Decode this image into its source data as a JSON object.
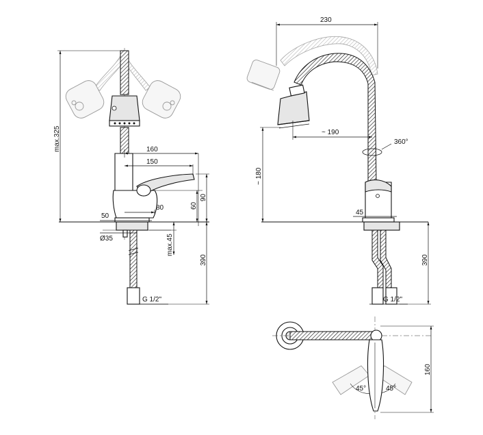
{
  "dimensions": {
    "front_view": {
      "height_max": "max.325",
      "spout_reach_160": "160",
      "spout_reach_150": "150",
      "height_90": "90",
      "height_60": "60",
      "lever_80": "80",
      "base_50": "50",
      "diameter": "Ø35",
      "thickness": "max.45",
      "hose_length": "390",
      "thread": "G 1/2\""
    },
    "side_view": {
      "overall_width": "230",
      "spout_reach": "~ 190",
      "rotation": "360°",
      "height": "~ 180",
      "base_45": "45",
      "hose_length": "390",
      "thread": "G 1/2\""
    },
    "top_view": {
      "depth": "160",
      "angle_left": "45°",
      "angle_right": "45°"
    }
  }
}
